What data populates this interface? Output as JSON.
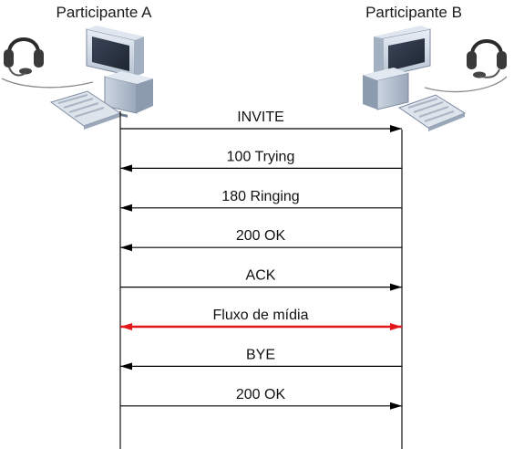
{
  "participants": {
    "a": {
      "label": "Participante A",
      "icons": [
        "computer-icon",
        "headset-icon",
        "keyboard-icon"
      ]
    },
    "b": {
      "label": "Participante B",
      "icons": [
        "computer-icon",
        "headset-icon",
        "keyboard-icon"
      ]
    }
  },
  "messages": [
    {
      "label": "INVITE",
      "from": "a",
      "to": "b",
      "color": "#000000"
    },
    {
      "label": "100 Trying",
      "from": "b",
      "to": "a",
      "color": "#000000"
    },
    {
      "label": "180 Ringing",
      "from": "b",
      "to": "a",
      "color": "#000000"
    },
    {
      "label": "200 OK",
      "from": "b",
      "to": "a",
      "color": "#000000"
    },
    {
      "label": "ACK",
      "from": "a",
      "to": "b",
      "color": "#000000"
    },
    {
      "label": "Fluxo de mídia",
      "from": "both",
      "to": "both",
      "color": "#e3161b"
    },
    {
      "label": "BYE",
      "from": "b",
      "to": "a",
      "color": "#000000"
    },
    {
      "label": "200 OK",
      "from": "a",
      "to": "b",
      "color": "#000000"
    }
  ]
}
